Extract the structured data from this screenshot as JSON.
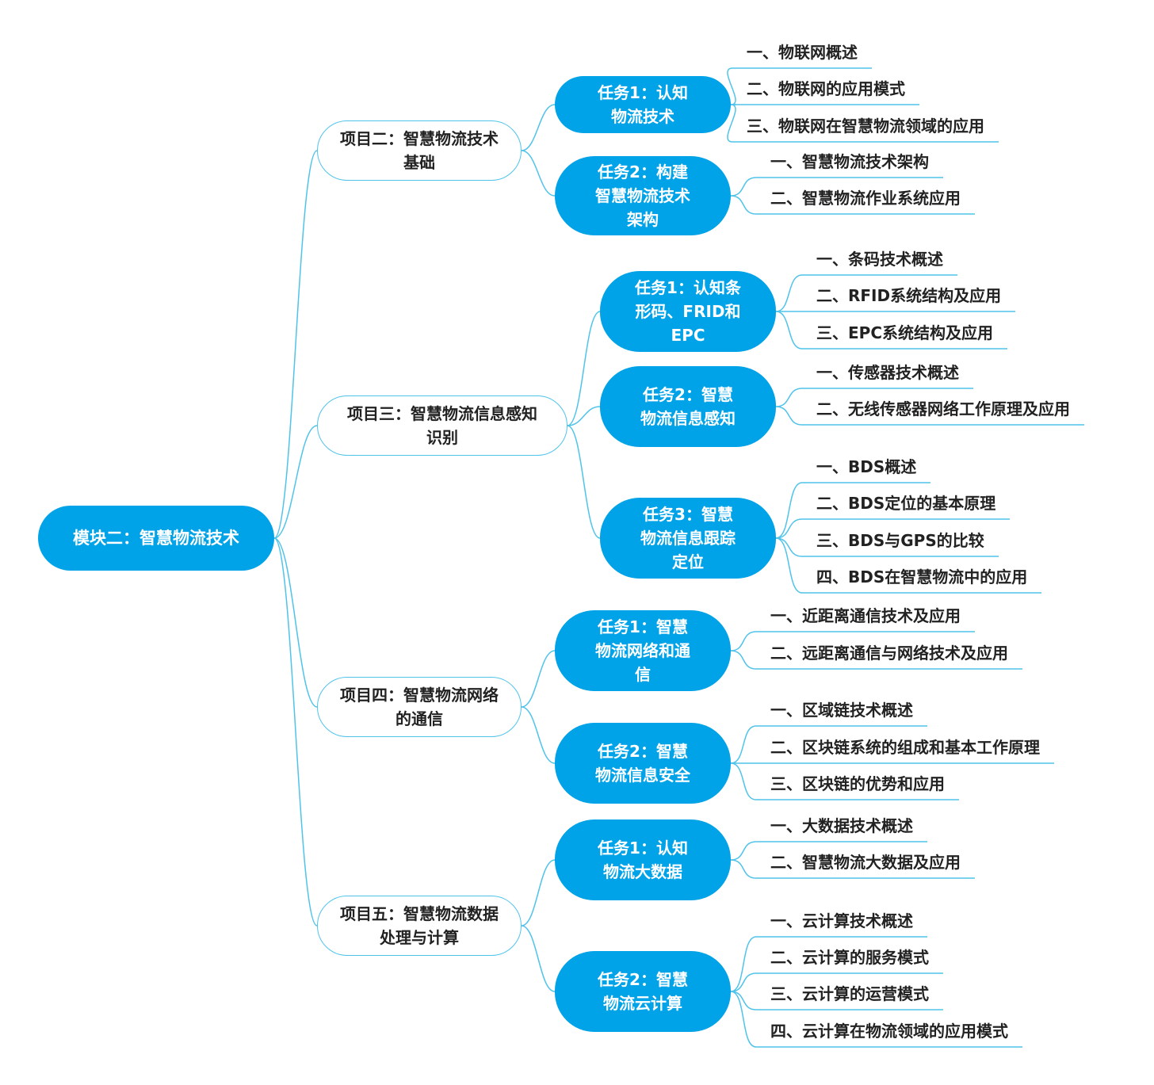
{
  "root": {
    "label": "模块二：智慧物流技术"
  },
  "projects": [
    {
      "label": "项目二：智慧物流技术基础",
      "tasks": [
        {
          "label": "任务1：认知物流技术",
          "items": [
            "一、物联网概述",
            "二、物联网的应用模式",
            "三、物联网在智慧物流领域的应用"
          ]
        },
        {
          "label": "任务2：构建智慧物流技术架构",
          "items": [
            "一、智慧物流技术架构",
            "二、智慧物流作业系统应用"
          ]
        }
      ]
    },
    {
      "label": "项目三：智慧物流信息感知识别",
      "tasks": [
        {
          "label": "任务1：认知条形码、FRID和EPC",
          "items": [
            "一、条码技术概述",
            "二、RFID系统结构及应用",
            "三、EPC系统结构及应用"
          ]
        },
        {
          "label": "任务2：智慧物流信息感知",
          "items": [
            "一、传感器技术概述",
            "二、无线传感器网络工作原理及应用"
          ]
        },
        {
          "label": "任务3：智慧物流信息跟踪定位",
          "items": [
            "一、BDS概述",
            "二、BDS定位的基本原理",
            "三、BDS与GPS的比较",
            "四、BDS在智慧物流中的应用"
          ]
        }
      ]
    },
    {
      "label": "项目四：智慧物流网络的通信",
      "tasks": [
        {
          "label": "任务1：智慧物流网络和通信",
          "items": [
            "一、近距离通信技术及应用",
            "二、远距离通信与网络技术及应用"
          ]
        },
        {
          "label": "任务2：智慧物流信息安全",
          "items": [
            "一、区域链技术概述",
            "二、区块链系统的组成和基本工作原理",
            "三、区块链的优势和应用"
          ]
        }
      ]
    },
    {
      "label": "项目五：智慧物流数据处理与计算",
      "tasks": [
        {
          "label": "任务1：认知物流大数据",
          "items": [
            "一、大数据技术概述",
            "二、智慧物流大数据及应用"
          ]
        },
        {
          "label": "任务2：智慧物流云计算",
          "items": [
            "一、云计算技术概述",
            "二、云计算的服务模式",
            "三、云计算的运营模式",
            "四、云计算在物流领域的应用模式"
          ]
        }
      ]
    }
  ],
  "colors": {
    "accent": "#00a2e8",
    "line": "#4fc3ea",
    "leaf_text": "#222222"
  }
}
